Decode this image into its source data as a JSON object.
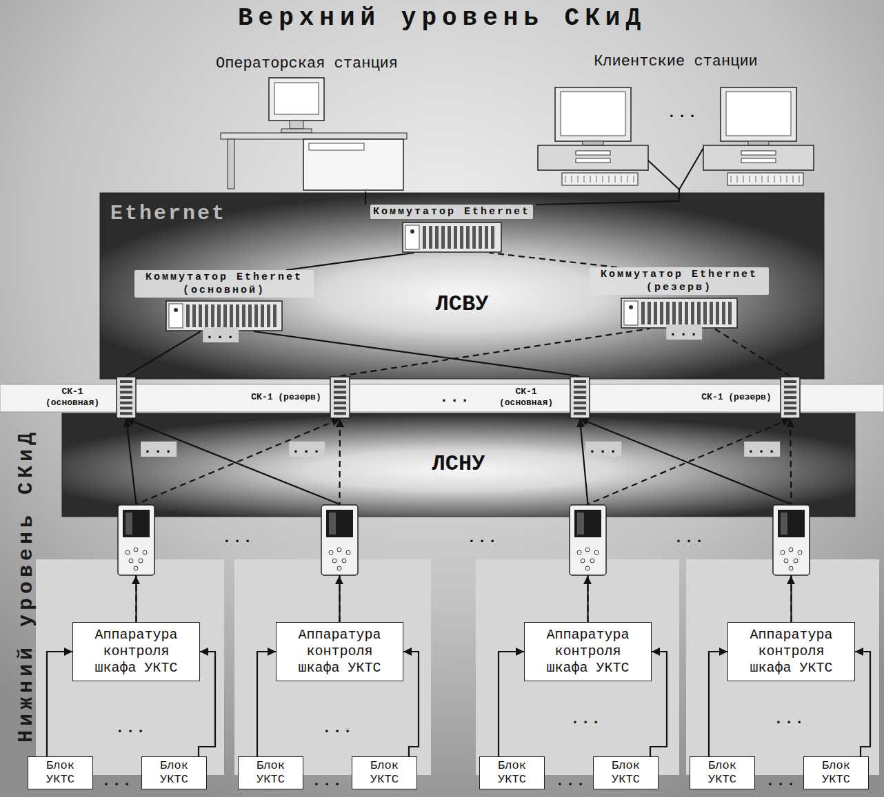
{
  "diagram": {
    "title": "Верхний уровень СКиД",
    "nodes": [
      {
        "text": [
          "Операторская станция"
        ]
      },
      {
        "text": [
          "Клиентские станции"
        ]
      },
      {
        "text": [
          "Ethernet",
          "ЛСВУ"
        ]
      },
      {
        "text": [
          "Коммутатор Ethernet"
        ],
        "in": 2
      },
      {
        "text": [
          "Коммутатор Ethernet (основной)"
        ],
        "in": 2
      },
      {
        "text": [
          "Коммутатор Ethernet (резерв)"
        ],
        "in": 2
      },
      {
        "text": [
          "СК-1 (основная)"
        ]
      },
      {
        "text": [
          "СК-1 (резерв)"
        ]
      },
      {
        "text": [
          "СК-1 (основная)"
        ]
      },
      {
        "text": [
          "СК-1 (резерв)"
        ]
      },
      {
        "text": [
          "ЛСНУ"
        ]
      },
      {
        "text": [
          "Аппаратура контроля шкафа УКТС"
        ]
      },
      {
        "text": [
          "Аппаратура контроля шкафа УКТС"
        ]
      },
      {
        "text": [
          "Аппаратура контроля шкафа УКТС"
        ]
      },
      {
        "text": [
          "Аппаратура контроля шкафа УКТС"
        ]
      },
      {
        "text": [
          "Блок УКТС"
        ]
      },
      {
        "text": [
          "Блок УКТС"
        ]
      },
      {
        "text": [
          "Блок УКТС"
        ]
      },
      {
        "text": [
          "Блок УКТС"
        ]
      },
      {
        "text": [
          "Блок УКТС"
        ]
      },
      {
        "text": [
          "Блок УКТС"
        ]
      },
      {
        "text": [
          "Блок УКТС"
        ]
      },
      {
        "text": [
          "Блок УКТС"
        ]
      }
    ],
    "edges": [
      {
        "from": 11,
        "to": 6,
        "arrow": "to"
      },
      {
        "from": 11,
        "to": 7,
        "arrow": "to"
      },
      {
        "from": 12,
        "to": 6,
        "arrow": "to"
      },
      {
        "from": 12,
        "to": 7,
        "arrow": "to"
      },
      {
        "from": 13,
        "to": 8,
        "arrow": "to"
      },
      {
        "from": 13,
        "to": 9,
        "arrow": "to"
      },
      {
        "from": 14,
        "to": 8,
        "arrow": "to"
      },
      {
        "from": 14,
        "to": 9,
        "arrow": "to"
      },
      {
        "from": 6,
        "to": 4,
        "arrow": "none"
      },
      {
        "from": 7,
        "to": 5,
        "arrow": "none"
      },
      {
        "from": 8,
        "to": 4,
        "arrow": "none"
      },
      {
        "from": 9,
        "to": 5,
        "arrow": "none"
      },
      {
        "from": 4,
        "to": 3,
        "arrow": "none"
      },
      {
        "from": 5,
        "to": 3,
        "arrow": "none"
      },
      {
        "from": 3,
        "to": 0,
        "arrow": "none"
      },
      {
        "from": 3,
        "to": 1,
        "arrow": "none"
      },
      {
        "from": 15,
        "to": 11,
        "arrow": "to"
      },
      {
        "from": 16,
        "to": 11,
        "arrow": "to"
      },
      {
        "from": 17,
        "to": 12,
        "arrow": "to"
      },
      {
        "from": 18,
        "to": 12,
        "arrow": "to"
      },
      {
        "from": 19,
        "to": 13,
        "arrow": "to"
      },
      {
        "from": 20,
        "to": 13,
        "arrow": "to"
      },
      {
        "from": 21,
        "to": 14,
        "arrow": "to"
      },
      {
        "from": 22,
        "to": 14,
        "arrow": "to"
      }
    ],
    "labels": [
      "Нижний уровень СКиД",
      "...",
      "...",
      "...",
      "...",
      "...",
      "...",
      "...",
      "...",
      "...",
      "...",
      "...",
      "...",
      "...",
      "...",
      "...",
      "...",
      "...",
      "...",
      "..."
    ]
  }
}
